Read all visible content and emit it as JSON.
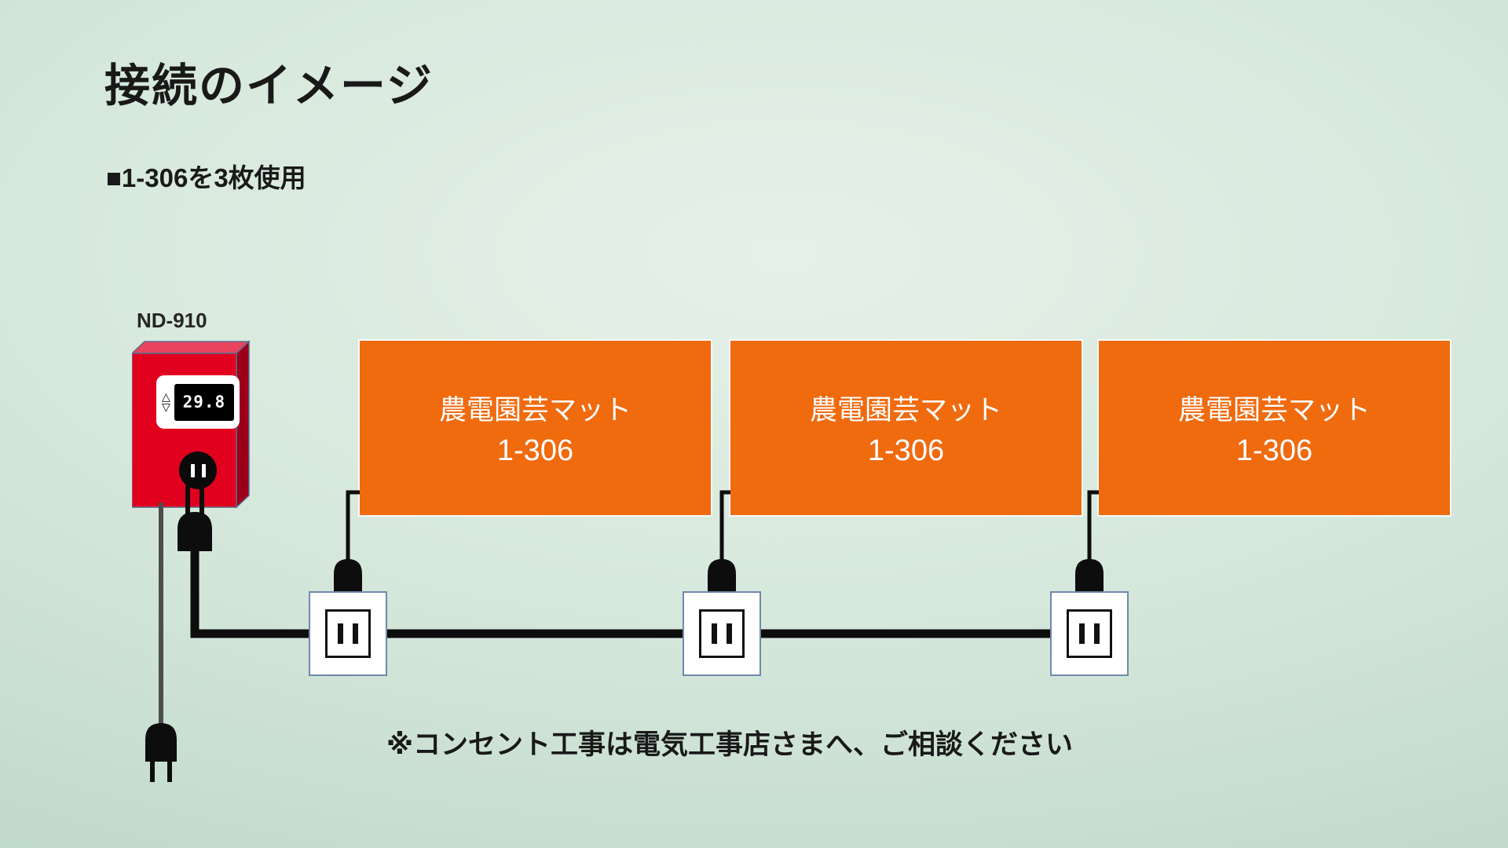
{
  "page": {
    "title": "接続のイメージ",
    "subtitle": "■1-306を3枚使用",
    "note": "※コンセント工事は電気工事店さまへ、ご相談ください"
  },
  "controller": {
    "label": "ND-910",
    "display_value": "29.8",
    "arrow_up": "△",
    "arrow_down": "▽"
  },
  "mats": [
    {
      "name": "農電園芸マット",
      "model": "1-306"
    },
    {
      "name": "農電園芸マット",
      "model": "1-306"
    },
    {
      "name": "農電園芸マット",
      "model": "1-306"
    }
  ],
  "colors": {
    "mat_orange": "#f06a0e",
    "controller_red": "#e2001f",
    "background_center": "#e6f1e9",
    "background_edge": "#b6d3c3",
    "outlet_border": "#7089aa"
  }
}
